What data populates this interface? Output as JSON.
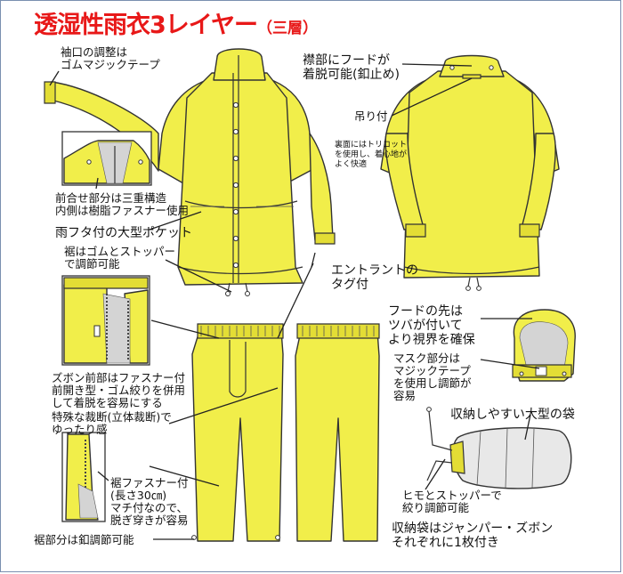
{
  "title": {
    "main": "透湿性雨衣3レイヤー",
    "sub": "（三層）"
  },
  "labels": {
    "sleeve_cuff": "袖口の調整は\nゴムマジックテープ",
    "front_closure": "前合せ部分は三重構造\n内側は樹脂ファスナー使用",
    "pocket": "雨フタ付の大型ポケット",
    "hem": "裾はゴムとストッパー\nで調節可能",
    "hood_detach": "襟部にフードが\n着脱可能(釦止め)",
    "hanger": "吊り付",
    "tricot": "裏面にはトリコット\nを使用し、着心地が\nよく快適",
    "entrant_tag": "エントラントの\nタグ付",
    "hood_visor": "フードの先は\nツバが付いて\nより視界を確保",
    "mask": "マスク部分は\nマジックテープ\nを使用し調節が\n容易",
    "pants_front": "ズボン前部はファスナー付\n前開き型・ゴム絞りを併用\nして着脱を容易にする",
    "cut": "特殊な裁断(立体裁断)で\nゆったり感",
    "hem_zipper": "裾ファスナー付\n(長さ30㎝)\nマチ付なので、\n脱ぎ穿きが容易",
    "pants_hem": "裾部分は釦調節可能",
    "bag": "収納しやすい大型の袋",
    "cord": "ヒモとストッパーで\n絞り調節可能",
    "bag_note": "収納袋はジャンパー・ズボン\nそれぞれに1枚付き"
  },
  "colors": {
    "title": "#e81818",
    "garment": "#f1ee4a",
    "garment_shade": "#e3dd35",
    "frame": "#7a8fb0"
  }
}
